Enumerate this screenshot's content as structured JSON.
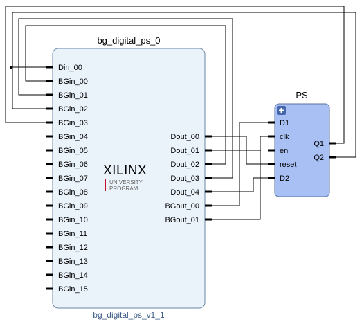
{
  "colors": {
    "block_fill": "#eaf2fa",
    "block_stroke": "#6a86a8",
    "ps_fill": "#a9c0f4",
    "ps_stroke": "#5a6f9c",
    "subtitle": "#3e5c86",
    "logo_bar": "#c8102e",
    "plus_icon": "#4466aa"
  },
  "bg_block": {
    "title": "bg_digital_ps_0",
    "subtitle": "bg_digital_ps_v1_1",
    "logo_text": "XILINX",
    "logo_line1": "UNIVERSITY",
    "logo_line2": "PROGRAM",
    "inputs": [
      "Din_00",
      "BGin_00",
      "BGin_01",
      "BGin_02",
      "BGin_03",
      "BGin_04",
      "BGin_05",
      "BGin_06",
      "BGin_07",
      "BGin_08",
      "BGin_09",
      "BGin_10",
      "BGin_11",
      "BGin_12",
      "BGin_13",
      "BGin_14",
      "BGin_15"
    ],
    "outputs": [
      "Dout_00",
      "Dout_01",
      "Dout_02",
      "Dout_03",
      "Dout_04",
      "BGout_00",
      "BGout_01"
    ]
  },
  "ps_block": {
    "title": "PS",
    "inputs": [
      "D1",
      "clk",
      "en",
      "reset",
      "D2"
    ],
    "outputs": [
      "Q1",
      "Q2"
    ]
  }
}
